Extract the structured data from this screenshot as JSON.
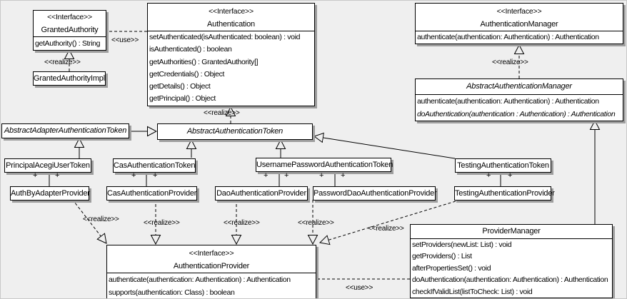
{
  "diagram_type": "uml-class-diagram",
  "edge_labels": {
    "use": "<<use>>",
    "realize": "<<realize>>",
    "plus": "+"
  },
  "colors": {
    "background": "#efefef",
    "box_fill": "#ffffff",
    "box_border": "#000000",
    "shadow": "#9e9e9e"
  },
  "classes": {
    "granted_authority": {
      "stereotype": "<<Interface>>",
      "name": "GrantedAuthority",
      "methods": [
        "getAuthority() : String"
      ]
    },
    "granted_authority_impl": {
      "name": "GrantedAuthorityImpl"
    },
    "authentication": {
      "stereotype": "<<Interface>>",
      "name": "Authentication",
      "methods": [
        "setAuthenticated(isAuthenticated: boolean) : void",
        "isAuthenticated() : boolean",
        "getAuthorities() : GrantedAuthority[]",
        "getCredentials() : Object",
        "getDetails() : Object",
        "getPrincipal() : Object"
      ]
    },
    "authentication_manager": {
      "stereotype": "<<Interface>>",
      "name": "AuthenticationManager",
      "methods": [
        "authenticate(authentication: Authentication) : Authentication"
      ]
    },
    "abstract_authentication_manager": {
      "name": "AbstractAuthenticationManager",
      "methods": [
        "authenticate(authentication: Authentication) : Authentication",
        "doAuthentication(authentication : Authentication) : Authentication"
      ]
    },
    "abstract_adapter_authentication_token": {
      "name": "AbstractAdapterAuthenticationToken"
    },
    "abstract_authentication_token": {
      "name": "AbstractAuthenticationToken"
    },
    "principal_acegi_user_token": {
      "name": "PrincipalAcegiUserToken"
    },
    "cas_authentication_token": {
      "name": "CasAuthenticationToken"
    },
    "username_password_authentication_token": {
      "name": "UsernamePasswordAuthenticationToken"
    },
    "testing_authentication_token": {
      "name": "TestingAuthenticationToken"
    },
    "auth_by_adapter_provider": {
      "name": "AuthByAdapterProvider"
    },
    "cas_authentication_provider": {
      "name": "CasAuthenticationProvider"
    },
    "dao_authentication_provider": {
      "name": "DaoAuthenticationProvider"
    },
    "password_dao_authentication_provider": {
      "name": "PasswordDaoAuthenticationProvider"
    },
    "testing_authentication_provider": {
      "name": "TestingAuthenticationProvider"
    },
    "authentication_provider": {
      "stereotype": "<<Interface>>",
      "name": "AuthenticationProvider",
      "methods": [
        "authenticate(authentication: Authentication) : Authentication",
        "supports(authentication: Class) : boolean"
      ]
    },
    "provider_manager": {
      "name": "ProviderManager",
      "methods": [
        "setProviders(newList: List) : void",
        "getProviders() : List",
        "afterPropertiesSet() : void",
        "doAuthentication(authentication: Authentication) : Authentication",
        "checkIfValidList(listToCheck: List) : void"
      ]
    }
  }
}
